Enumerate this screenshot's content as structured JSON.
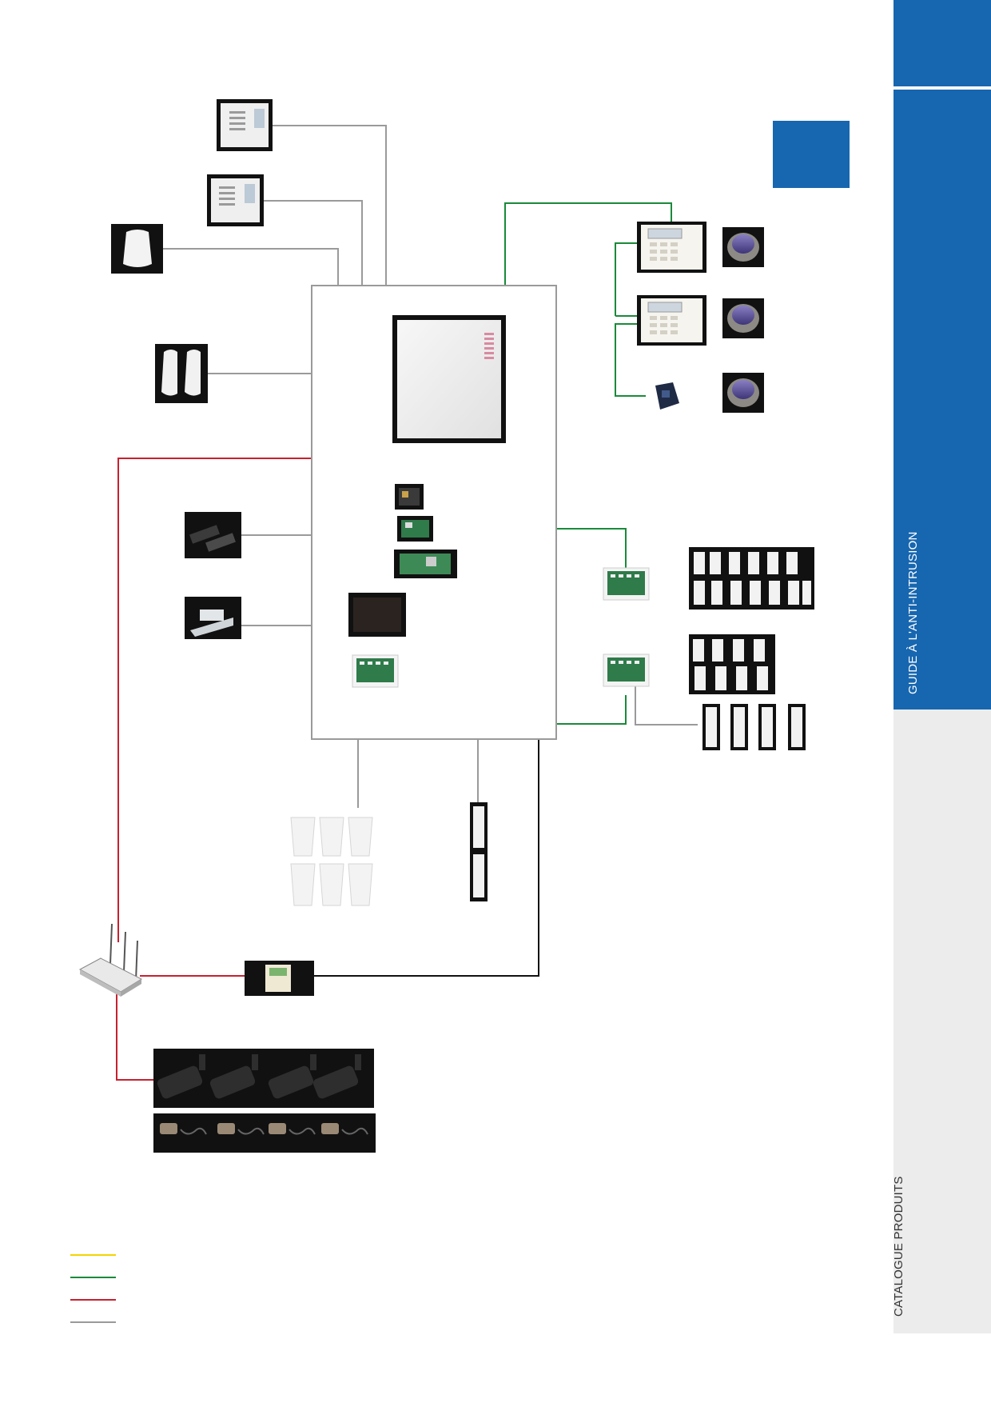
{
  "sidebar": {
    "section_label": "GUIDE À L'ANTI-INTRUSION",
    "catalogue_label": "CATALOGUE PRODUITS"
  },
  "colors": {
    "accent_blue": "#1766b0",
    "link_yellow": "#f5d300",
    "link_green": "#1a8a3a",
    "link_red": "#c8202f",
    "link_grey": "#9a9a9a",
    "link_black": "#111111"
  },
  "legend": {
    "entries": [
      {
        "color_key": "link_yellow"
      },
      {
        "color_key": "link_green"
      },
      {
        "color_key": "link_red"
      },
      {
        "color_key": "link_grey"
      }
    ]
  },
  "devices": {
    "top_left": [
      "outdoor-siren-icon",
      "outdoor-siren-icon",
      "indoor-siren-icon"
    ],
    "left": [
      "curtain-detector-pair-icon",
      "shock-sensor-icon",
      "magnetic-contact-bracket-icon"
    ],
    "central": [
      "alarm-control-panel-icon",
      "plug-in-module-icon",
      "plug-in-module-icon",
      "plug-in-module-icon",
      "power-supply-icon",
      "expansion-board-icon"
    ],
    "keypads": [
      "lcd-keypad-icon",
      "lcd-keypad-icon",
      "proximity-reader-icon"
    ],
    "remotes": [
      "remote-fob-icon",
      "remote-fob-icon",
      "remote-fob-icon"
    ],
    "right": [
      "zone-expander-icon",
      "zone-expander-icon",
      "detector-group-icon",
      "detector-group-icon",
      "door-contact-icon"
    ],
    "bottom": [
      "motion-detector-group-icon",
      "door-contact-icon",
      "network-router-icon",
      "ip-interface-module-icon",
      "ip-camera-icon",
      "poe-injector-icon"
    ]
  }
}
